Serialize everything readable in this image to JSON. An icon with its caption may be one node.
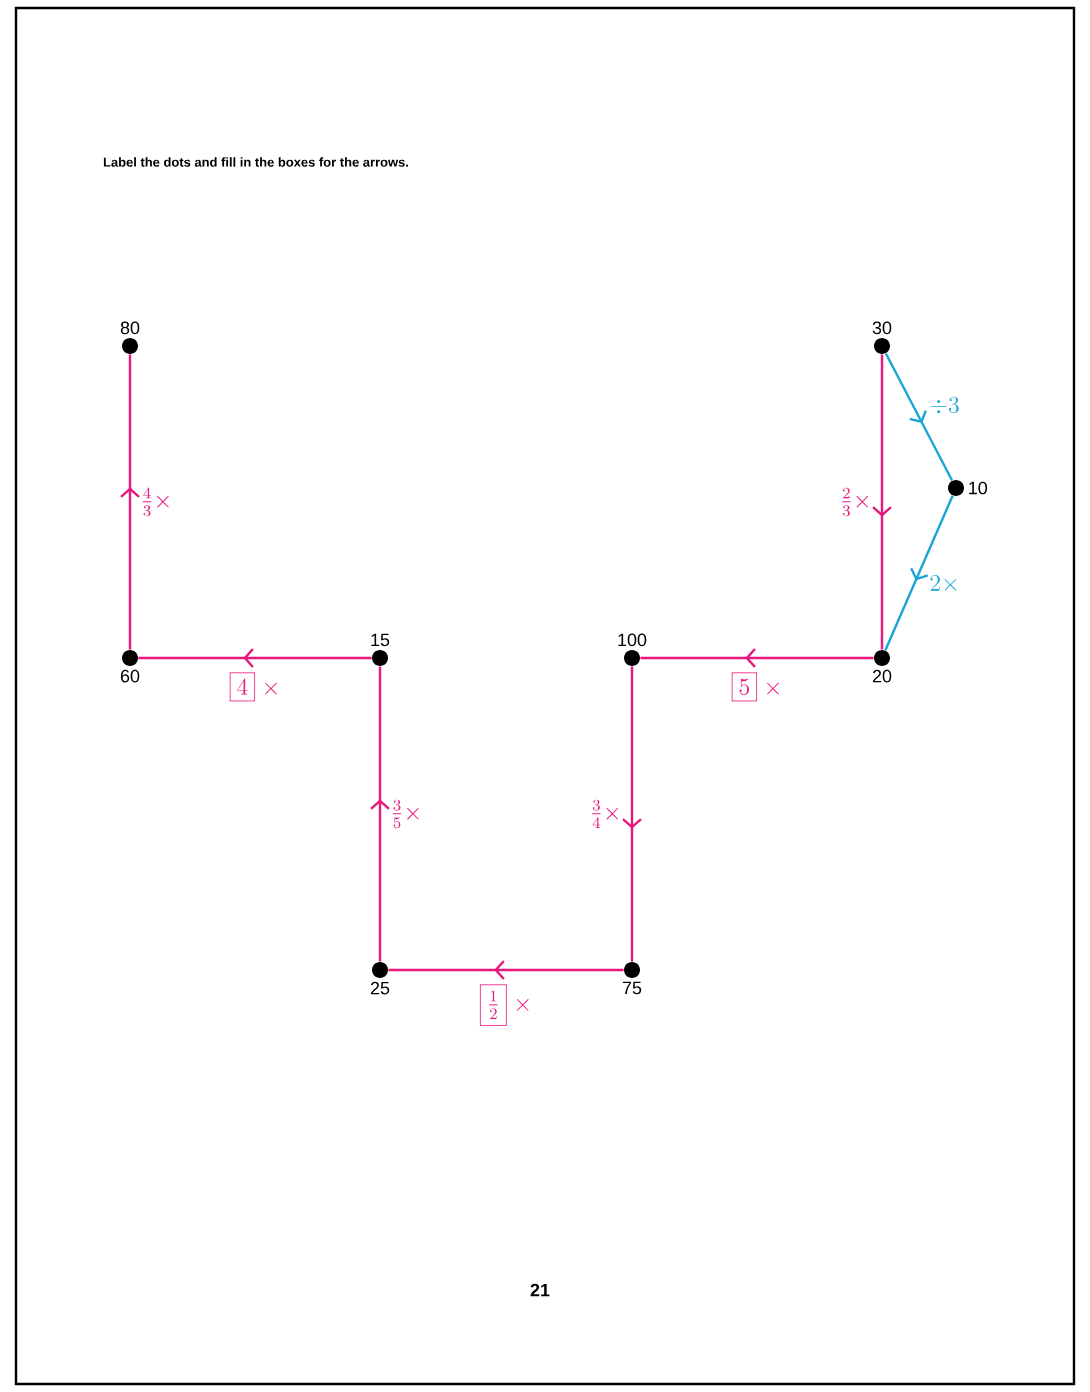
{
  "diagram": {
    "title": "Label the dots and fill in the boxes for the arrows.",
    "nodes": [
      {
        "text": [
          "80"
        ]
      },
      {
        "text": [
          "60"
        ]
      },
      {
        "text": [
          "15"
        ]
      },
      {
        "text": [
          "25"
        ]
      },
      {
        "text": [
          "75"
        ]
      },
      {
        "text": [
          "100"
        ]
      },
      {
        "text": [
          "20"
        ]
      },
      {
        "text": [
          "30"
        ]
      },
      {
        "text": [
          "10"
        ]
      }
    ],
    "edges": [
      {
        "from": 1,
        "to": 0,
        "arrow": "to",
        "label": "\\frac{4}{3}\\times"
      },
      {
        "from": 2,
        "to": 1,
        "arrow": "to",
        "label": "\\boxed{4}\\;\\times"
      },
      {
        "from": 3,
        "to": 2,
        "arrow": "to",
        "label": "\\frac{3}{5}\\times"
      },
      {
        "from": 4,
        "to": 3,
        "arrow": "to",
        "label": "\\boxed{\\tfrac{1}{2}}\\;\\times"
      },
      {
        "from": 5,
        "to": 4,
        "arrow": "to",
        "label": "\\frac{3}{4}\\times"
      },
      {
        "from": 6,
        "to": 5,
        "arrow": "to",
        "label": "\\boxed{5}\\;\\times"
      },
      {
        "from": 7,
        "to": 6,
        "arrow": "to",
        "label": "\\frac{2}{3}\\times"
      },
      {
        "from": 7,
        "to": 8,
        "arrow": "to",
        "label": "\\div 3",
        "color": "#1ba3d6"
      },
      {
        "from": 8,
        "to": 6,
        "arrow": "to",
        "label": "2\\times",
        "color": "#1ba3d6"
      }
    ],
    "labels": [
      "21"
    ]
  }
}
